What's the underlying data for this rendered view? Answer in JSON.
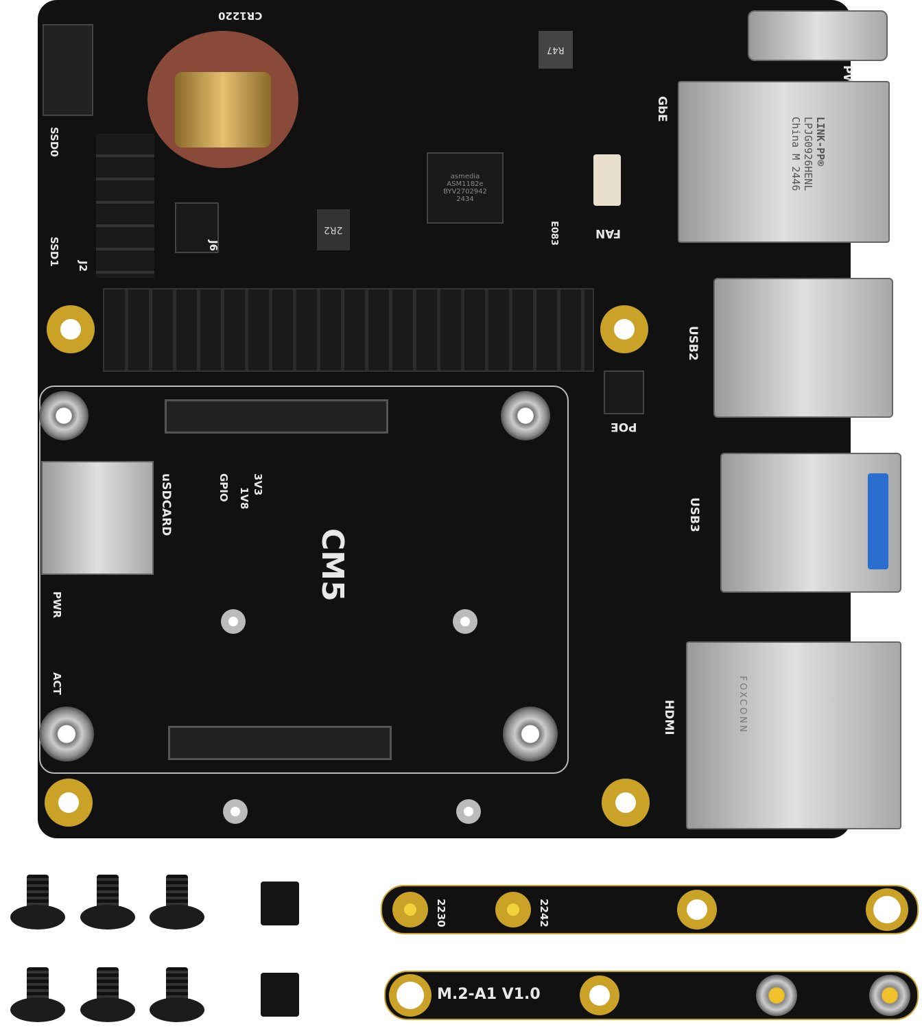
{
  "board": {
    "battery_label": "CR1220",
    "inductor_label": "R47",
    "pwr_label": "PWR",
    "gbe_label": "GbE",
    "rj45_brand": "LINK-PP®",
    "rj45_part": "LPJG0926HENL",
    "rj45_origin": "China M 2446",
    "fan_label": "FAN",
    "usb2_label": "USB2",
    "usb3_label": "USB3",
    "hdmi_label": "HDMI",
    "hdmi_brand": "FOXCONN",
    "poe_label": "POE",
    "ssd0_label": "SSD0",
    "ssd1_label": "SSD1",
    "j2_label": "J2",
    "j6_label": "J6",
    "sd_label": "uSDCARD",
    "pwr_led_label": "PWR",
    "act_led_label": "ACT",
    "v33_label": "3V3",
    "v18_label": "1V8",
    "gpio_label": "GPIO",
    "cm5_label": "CM5",
    "inductor2_label": "2R2",
    "chip_brand": "asmedia",
    "chip_part": "ASM1182e",
    "chip_code": "BYV2702942",
    "chip_code2": "2434",
    "board_code": "E083"
  },
  "accessories": {
    "strip1_label_a": "2230",
    "strip1_label_b": "2242",
    "strip2_label": "M.2-A1  V1.0"
  },
  "colors": {
    "pcb": "#111111",
    "gold": "#c9a227",
    "battery": "#8a4a3a"
  }
}
